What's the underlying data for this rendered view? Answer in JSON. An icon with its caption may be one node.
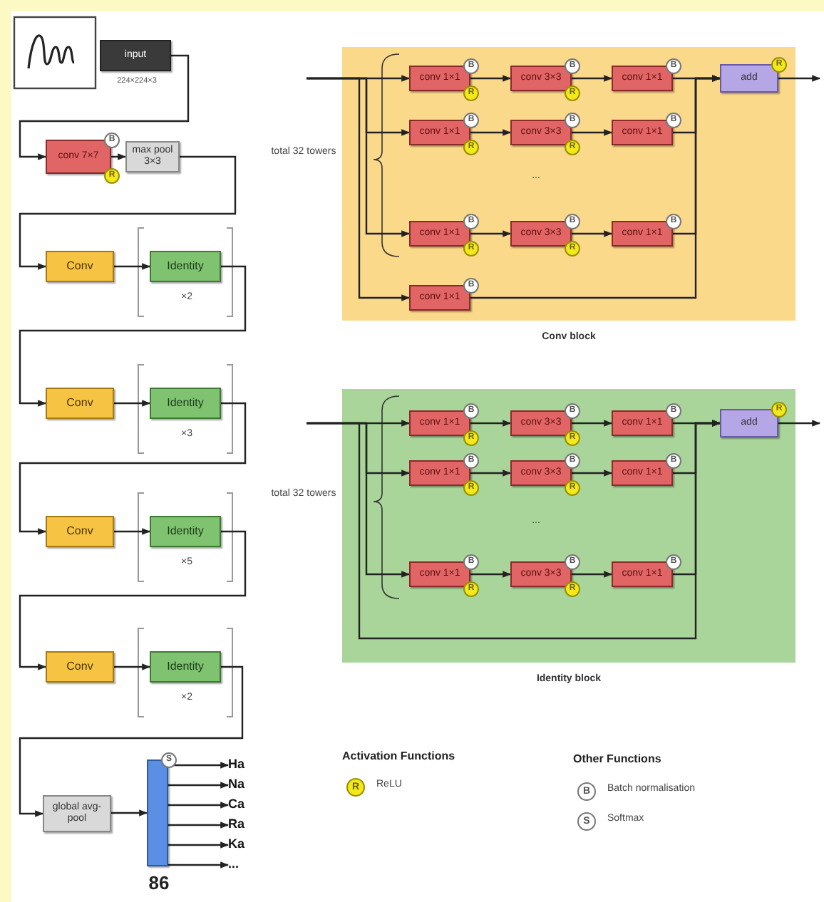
{
  "diagram": {
    "nodes": [
      {
        "text": [
          "input"
        ],
        "beside": [
          "224×224×3"
        ]
      },
      {
        "text": [
          "conv 7×7"
        ],
        "beside": [
          "B",
          "R"
        ]
      },
      {
        "text": [
          "max pool 3×3"
        ]
      },
      {
        "text": [
          "Conv"
        ]
      },
      {
        "text": [
          "Identity"
        ],
        "beside": [
          "×2"
        ]
      },
      {
        "text": [
          "Conv"
        ]
      },
      {
        "text": [
          "Identity"
        ],
        "beside": [
          "×3"
        ]
      },
      {
        "text": [
          "Conv"
        ]
      },
      {
        "text": [
          "Identity"
        ],
        "beside": [
          "×5"
        ]
      },
      {
        "text": [
          "Conv"
        ]
      },
      {
        "text": [
          "Identity"
        ],
        "beside": [
          "×2"
        ]
      },
      {
        "text": [
          "global avg-pool"
        ]
      },
      {
        "text": [],
        "shape": "bar",
        "beside": [
          "S",
          "86"
        ]
      },
      {
        "text": [
          "Ha"
        ]
      },
      {
        "text": [
          "Na"
        ]
      },
      {
        "text": [
          "Ca"
        ]
      },
      {
        "text": [
          "Ra"
        ]
      },
      {
        "text": [
          "Ka"
        ]
      },
      {
        "text": [
          "..."
        ]
      },
      {
        "text": [
          "Conv block"
        ]
      },
      {
        "text": [
          "conv 1×1"
        ],
        "beside": [
          "B",
          "R"
        ],
        "in": 19
      },
      {
        "text": [
          "conv 3×3"
        ],
        "beside": [
          "B",
          "R"
        ],
        "in": 19
      },
      {
        "text": [
          "conv 1×1"
        ],
        "beside": [
          "B"
        ],
        "in": 19
      },
      {
        "text": [
          "conv 1×1"
        ],
        "beside": [
          "B",
          "R"
        ],
        "in": 19
      },
      {
        "text": [
          "conv 3×3"
        ],
        "beside": [
          "B",
          "R"
        ],
        "in": 19
      },
      {
        "text": [
          "conv 1×1"
        ],
        "beside": [
          "B"
        ],
        "in": 19
      },
      {
        "text": [
          "conv 1×1"
        ],
        "beside": [
          "B",
          "R"
        ],
        "in": 19
      },
      {
        "text": [
          "conv 3×3"
        ],
        "beside": [
          "B",
          "R"
        ],
        "in": 19
      },
      {
        "text": [
          "conv 1×1"
        ],
        "beside": [
          "B"
        ],
        "in": 19
      },
      {
        "text": [
          "conv 1×1"
        ],
        "beside": [
          "B"
        ],
        "in": 19
      },
      {
        "text": [
          "add"
        ],
        "beside": [
          "R"
        ],
        "in": 19
      },
      {
        "text": [
          "Identity block"
        ]
      },
      {
        "text": [
          "conv 1×1"
        ],
        "beside": [
          "B",
          "R"
        ],
        "in": 31
      },
      {
        "text": [
          "conv 3×3"
        ],
        "beside": [
          "B",
          "R"
        ],
        "in": 31
      },
      {
        "text": [
          "conv 1×1"
        ],
        "beside": [
          "B"
        ],
        "in": 31
      },
      {
        "text": [
          "conv 1×1"
        ],
        "beside": [
          "B",
          "R"
        ],
        "in": 31
      },
      {
        "text": [
          "conv 3×3"
        ],
        "beside": [
          "B",
          "R"
        ],
        "in": 31
      },
      {
        "text": [
          "conv 1×1"
        ],
        "beside": [
          "B"
        ],
        "in": 31
      },
      {
        "text": [
          "conv 1×1"
        ],
        "beside": [
          "B",
          "R"
        ],
        "in": 31
      },
      {
        "text": [
          "conv 3×3"
        ],
        "beside": [
          "B",
          "R"
        ],
        "in": 31
      },
      {
        "text": [
          "conv 1×1"
        ],
        "beside": [
          "B"
        ],
        "in": 31
      },
      {
        "text": [
          "add"
        ],
        "beside": [
          "R"
        ],
        "in": 31
      }
    ],
    "edges": [
      {
        "from": 0,
        "to": 1,
        "arrow": "to"
      },
      {
        "from": 1,
        "to": 2,
        "arrow": "to"
      },
      {
        "from": 2,
        "to": 3,
        "arrow": "to"
      },
      {
        "from": 3,
        "to": 4,
        "arrow": "to"
      },
      {
        "from": 4,
        "to": 5,
        "arrow": "to"
      },
      {
        "from": 5,
        "to": 6,
        "arrow": "to"
      },
      {
        "from": 6,
        "to": 7,
        "arrow": "to"
      },
      {
        "from": 7,
        "to": 8,
        "arrow": "to"
      },
      {
        "from": 8,
        "to": 9,
        "arrow": "to"
      },
      {
        "from": 9,
        "to": 10,
        "arrow": "to"
      },
      {
        "from": 10,
        "to": 11,
        "arrow": "to"
      },
      {
        "from": 11,
        "to": 12,
        "arrow": "to"
      },
      {
        "from": 12,
        "to": 13,
        "arrow": "to"
      },
      {
        "from": 12,
        "to": 14,
        "arrow": "to"
      },
      {
        "from": 12,
        "to": 15,
        "arrow": "to"
      },
      {
        "from": 12,
        "to": 16,
        "arrow": "to"
      },
      {
        "from": 12,
        "to": 17,
        "arrow": "to"
      },
      {
        "from": 12,
        "to": 18,
        "arrow": "to"
      },
      {
        "from": null,
        "to": 20,
        "arrow": "to"
      },
      {
        "from": null,
        "to": 23,
        "arrow": "to"
      },
      {
        "from": null,
        "to": 26,
        "arrow": "to"
      },
      {
        "from": null,
        "to": 29,
        "arrow": "to"
      },
      {
        "from": 20,
        "to": 21,
        "arrow": "to"
      },
      {
        "from": 21,
        "to": 22,
        "arrow": "to"
      },
      {
        "from": 23,
        "to": 24,
        "arrow": "to"
      },
      {
        "from": 24,
        "to": 25,
        "arrow": "to"
      },
      {
        "from": 26,
        "to": 27,
        "arrow": "to"
      },
      {
        "from": 27,
        "to": 28,
        "arrow": "to"
      },
      {
        "from": 22,
        "to": 30,
        "arrow": "to"
      },
      {
        "from": 25,
        "to": 30,
        "arrow": "to"
      },
      {
        "from": 28,
        "to": 30,
        "arrow": "to"
      },
      {
        "from": 29,
        "to": 30,
        "arrow": "to"
      },
      {
        "from": 30,
        "to": null,
        "arrow": "to"
      },
      {
        "from": null,
        "to": 32,
        "arrow": "to"
      },
      {
        "from": null,
        "to": 35,
        "arrow": "to"
      },
      {
        "from": null,
        "to": 38,
        "arrow": "to"
      },
      {
        "from": null,
        "to": 41,
        "arrow": "to"
      },
      {
        "from": 32,
        "to": 33,
        "arrow": "to"
      },
      {
        "from": 33,
        "to": 34,
        "arrow": "to"
      },
      {
        "from": 35,
        "to": 36,
        "arrow": "to"
      },
      {
        "from": 36,
        "to": 37,
        "arrow": "to"
      },
      {
        "from": 38,
        "to": 39,
        "arrow": "to"
      },
      {
        "from": 39,
        "to": 40,
        "arrow": "to"
      },
      {
        "from": 34,
        "to": 41,
        "arrow": "to"
      },
      {
        "from": 37,
        "to": 41,
        "arrow": "to"
      },
      {
        "from": 40,
        "to": 41,
        "arrow": "to"
      },
      {
        "from": 41,
        "to": null,
        "arrow": "to"
      }
    ],
    "labels": [
      "total 32 towers",
      "...",
      "total 32 towers",
      "...",
      "Activation Functions",
      "R",
      "Other Functions",
      "B",
      "S"
    ],
    "legend": [
      {
        "text": "ReLU"
      },
      {
        "text": "Batch normalisation"
      },
      {
        "text": "Softmax"
      }
    ]
  }
}
